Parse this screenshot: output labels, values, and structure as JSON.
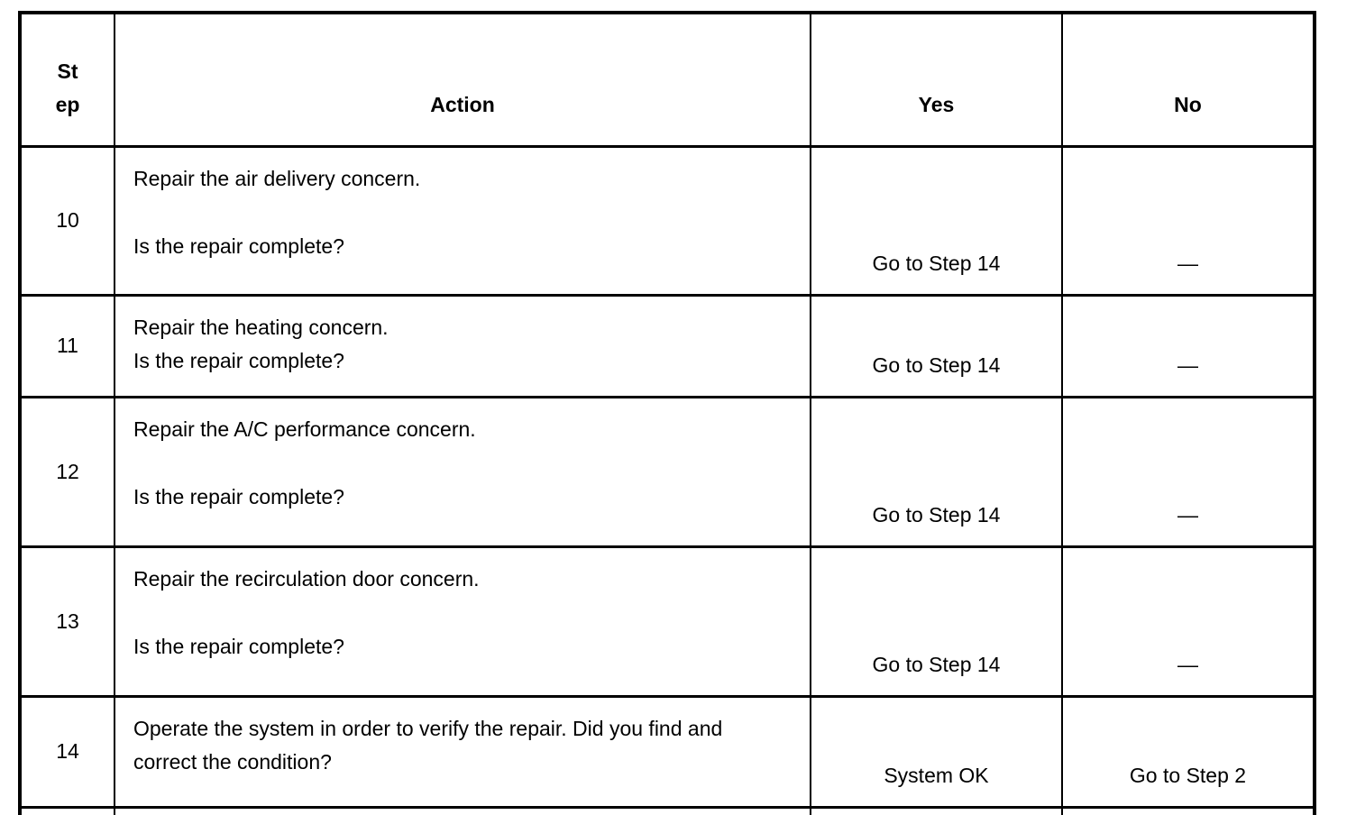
{
  "page": {
    "background_color": "#ffffff",
    "border_color": "#000000",
    "text_color": "#000000"
  },
  "table": {
    "headers": {
      "step": [
        "St",
        "ep"
      ],
      "action": "Action",
      "yes": "Yes",
      "no": "No"
    },
    "rows": [
      {
        "step": "10",
        "action": [
          "Repair the air delivery concern.",
          "",
          "Is the repair complete?"
        ],
        "yes": "Go to Step 14",
        "no": "—"
      },
      {
        "step": "11",
        "action": [
          "Repair the heating concern.",
          "Is the repair complete?"
        ],
        "yes": "Go to Step 14",
        "no": "—"
      },
      {
        "step": "12",
        "action": [
          "Repair the A/C performance concern.",
          "",
          "Is the repair complete?"
        ],
        "yes": "Go to Step 14",
        "no": "—"
      },
      {
        "step": "13",
        "action": [
          "Repair the recirculation door concern.",
          "",
          "Is the repair complete?"
        ],
        "yes": "Go to Step 14",
        "no": "—"
      },
      {
        "step": "14",
        "action": [
          "Operate the system in order to verify the repair. Did you find and correct the condition?"
        ],
        "yes": "System OK",
        "no": "Go to Step 2"
      }
    ]
  }
}
